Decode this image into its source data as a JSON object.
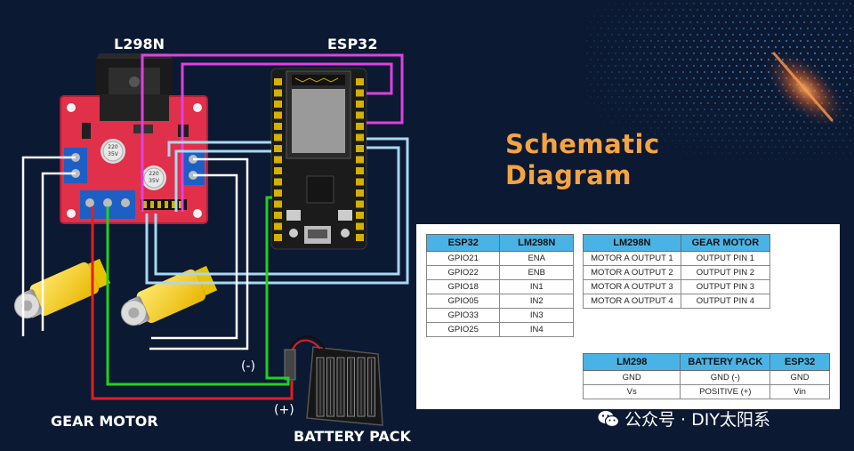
{
  "labels": {
    "driver": "L298N",
    "controller": "ESP32",
    "motor": "GEAR MOTOR",
    "battery": "BATTERY PACK",
    "negative": "(-)",
    "positive": "(+)"
  },
  "title": {
    "line1": "Schematic",
    "line2": "Diagram"
  },
  "tables": {
    "esp_driver": {
      "headers": [
        "ESP32",
        "LM298N"
      ],
      "rows": [
        [
          "GPIO21",
          "ENA"
        ],
        [
          "GPIO22",
          "ENB"
        ],
        [
          "GPIO18",
          "IN1"
        ],
        [
          "GPIO05",
          "IN2"
        ],
        [
          "GPIO33",
          "IN3"
        ],
        [
          "GPIO25",
          "IN4"
        ]
      ]
    },
    "driver_motor": {
      "headers": [
        "LM298N",
        "GEAR MOTOR"
      ],
      "rows": [
        [
          "MOTOR A OUTPUT 1",
          "OUTPUT PIN 1"
        ],
        [
          "MOTOR A OUTPUT 2",
          "OUTPUT PIN 2"
        ],
        [
          "MOTOR A OUTPUT 3",
          "OUTPUT PIN 3"
        ],
        [
          "MOTOR A OUTPUT 4",
          "OUTPUT PIN 4"
        ]
      ]
    },
    "power": {
      "headers": [
        "LM298",
        "BATTERY PACK",
        "ESP32"
      ],
      "rows": [
        [
          "GND",
          "GND (-)",
          "GND"
        ],
        [
          "Vs",
          "POSITIVE (+)",
          "Vin"
        ]
      ]
    }
  },
  "watermark": {
    "text": "公众号 · DIY太阳系"
  },
  "colors": {
    "background": "#0b1933",
    "title": "#f5a441",
    "table_header": "#4ab3e6",
    "wire_magenta": "#e040e0",
    "wire_lightblue": "#a8d8f0",
    "wire_green": "#22d022",
    "wire_red": "#e02020",
    "wire_white": "#ffffff"
  },
  "icons": [
    "wechat-icon",
    "esp32-board",
    "l298n-board",
    "gear-motor",
    "battery-holder"
  ]
}
